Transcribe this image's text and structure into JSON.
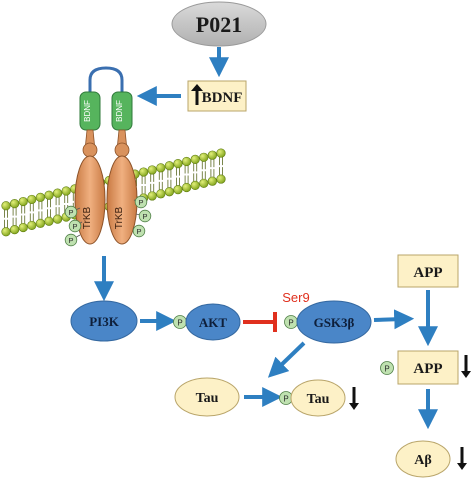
{
  "nodes": {
    "p021": "P021",
    "bdnf_box": "BDNF",
    "bdnf_left": "BDNF",
    "bdnf_right": "BDNF",
    "trkb_left": "TrKB",
    "trkb_right": "TrKB",
    "pi3k": "PI3K",
    "akt": "AKT",
    "gsk3b": "GSK3β",
    "ser9": "Ser9",
    "app_top": "APP",
    "app_mid": "APP",
    "tau": "Tau",
    "ptau": "Tau",
    "abeta": "Aβ"
  },
  "phospho_label": "P",
  "colors": {
    "arrow_blue": "#2e7fc1",
    "ellipse_gray": "#c6c6c6",
    "ellipse_blue": "#4a86c8",
    "ellipse_cream": "#fdf1c7",
    "box_cream": "#fdf1c7",
    "receptor_orange": "#d9925d",
    "bdnf_green": "#56b45d",
    "lipid_head": "#a7c834",
    "inhibit_red": "#e0301e",
    "phospho_green": "#bfe1b0"
  }
}
